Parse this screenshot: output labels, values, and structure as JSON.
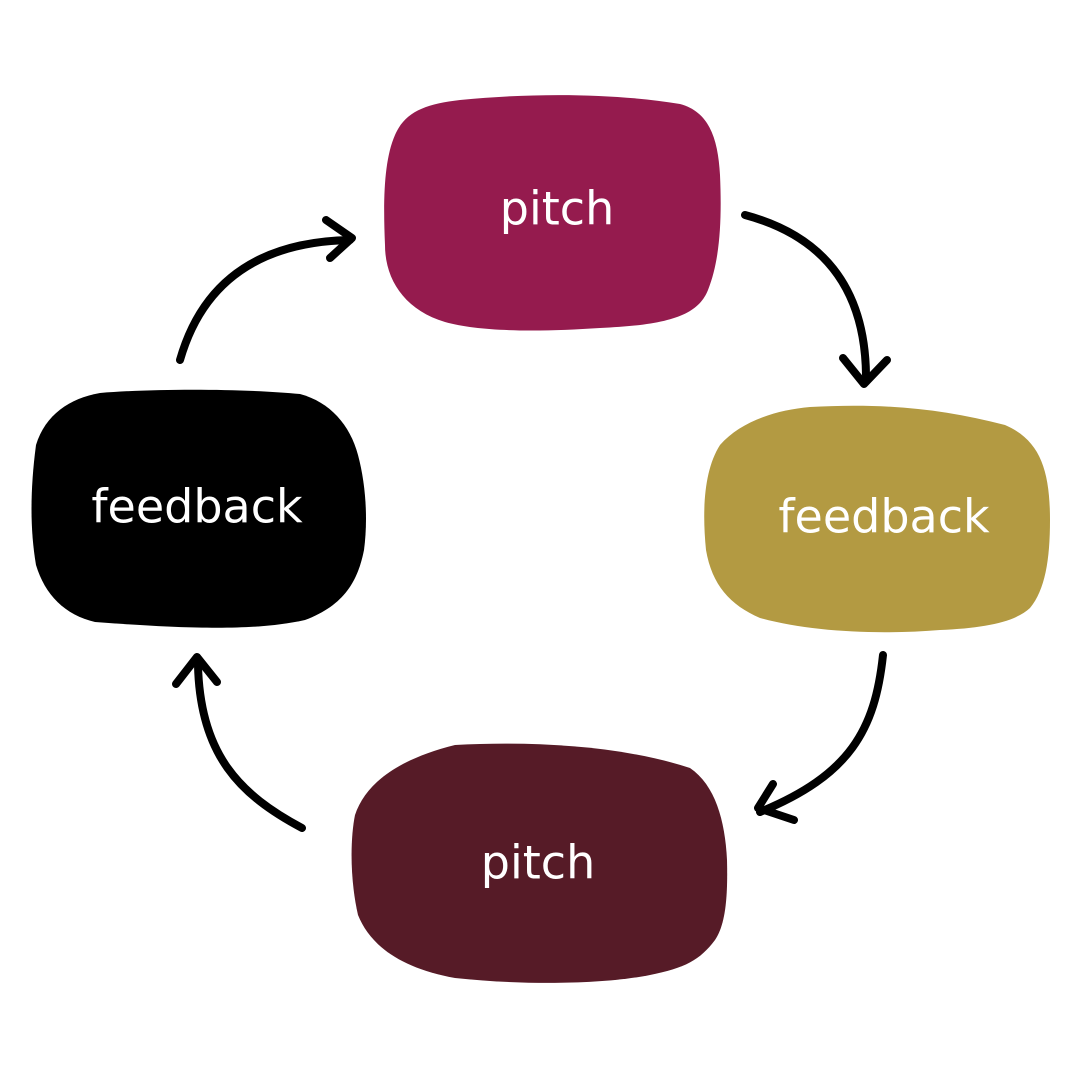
{
  "diagram": {
    "type": "cycle",
    "nodes": [
      {
        "id": "top",
        "label": "pitch",
        "color": "#951b4e"
      },
      {
        "id": "right",
        "label": "feedback",
        "color": "#b39a42"
      },
      {
        "id": "bottom",
        "label": "pitch",
        "color": "#561b27"
      },
      {
        "id": "left",
        "label": "feedback",
        "color": "#000000"
      }
    ],
    "edges": [
      {
        "from": "top",
        "to": "right"
      },
      {
        "from": "right",
        "to": "bottom"
      },
      {
        "from": "bottom",
        "to": "left"
      },
      {
        "from": "left",
        "to": "top"
      }
    ],
    "text_color": "#ffffff",
    "arrow_color": "#000000"
  }
}
